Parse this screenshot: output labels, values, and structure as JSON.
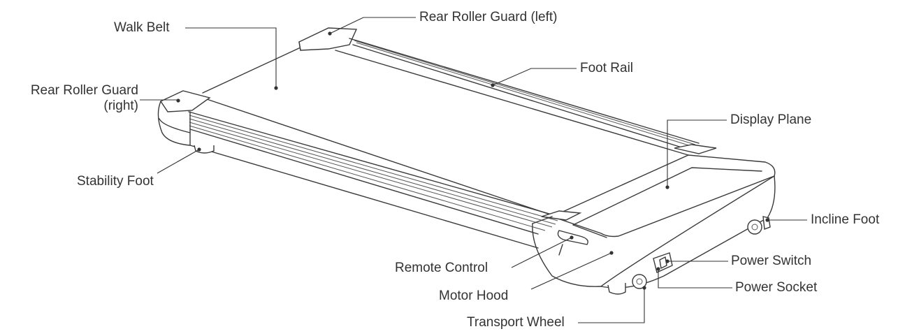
{
  "labels": {
    "walk_belt": "Walk Belt",
    "rear_roller_guard_left": "Rear Roller Guard (left)",
    "foot_rail": "Foot Rail",
    "rear_roller_guard_right_line1": "Rear Roller Guard",
    "rear_roller_guard_right_line2": "(right)",
    "display_plane": "Display Plane",
    "stability_foot": "Stability Foot",
    "incline_foot": "Incline Foot",
    "power_switch": "Power Switch",
    "remote_control": "Remote Control",
    "power_socket": "Power Socket",
    "motor_hood": "Motor Hood",
    "transport_wheel": "Transport Wheel"
  }
}
